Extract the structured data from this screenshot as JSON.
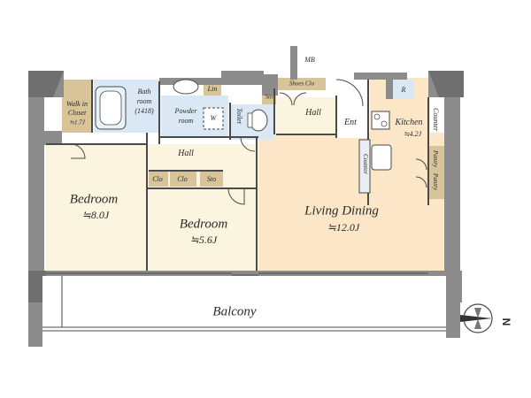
{
  "rooms": {
    "walk_in_closet": {
      "name_line1": "Walk in",
      "name_line2": "Closet",
      "area": "≒1.7J"
    },
    "bathroom": {
      "name_line1": "Bath",
      "name_line2": "room",
      "size": "(1418)"
    },
    "linen": {
      "name": "Lin"
    },
    "powder_room": {
      "name_line1": "Powder",
      "name_line2": "room"
    },
    "washer": {
      "name": "W"
    },
    "toilet": {
      "name": "Toilet"
    },
    "storage_top": {
      "name": "Sto"
    },
    "shoes_closet": {
      "name": "Shoes Clo"
    },
    "meter_box": {
      "name": "MB"
    },
    "upper_hall": {
      "name": "Hall"
    },
    "entrance": {
      "name": "Ent"
    },
    "refrigerator": {
      "name": "R"
    },
    "kitchen": {
      "name": "Kitchen",
      "area": "≒4.2J"
    },
    "counter_right": {
      "name": "Counter"
    },
    "counter_kitchen": {
      "name": "Counter"
    },
    "pantry_1": {
      "name": "Pantry"
    },
    "pantry_2": {
      "name": "Pantry"
    },
    "center_hall": {
      "name": "Hall"
    },
    "closet_1": {
      "name": "Clo"
    },
    "closet_2": {
      "name": "Clo"
    },
    "storage_mid": {
      "name": "Sto"
    },
    "bedroom_1": {
      "name": "Bedroom",
      "area": "≒8.0J"
    },
    "bedroom_2": {
      "name": "Bedroom",
      "area": "≒5.6J"
    },
    "living_dining": {
      "name": "Living Dining",
      "area": "≒12.0J"
    },
    "balcony": {
      "name": "Balcony"
    }
  },
  "compass": {
    "label": "N"
  },
  "colors": {
    "wall": "#8c8c8c",
    "wall_dark": "#6f6f6f",
    "bedroom_floor": "#fbf4de",
    "living_floor": "#fbe6c8",
    "wet_floor": "#d9e8f4",
    "closet_floor": "#d8c499",
    "line": "#4a4a4a"
  }
}
